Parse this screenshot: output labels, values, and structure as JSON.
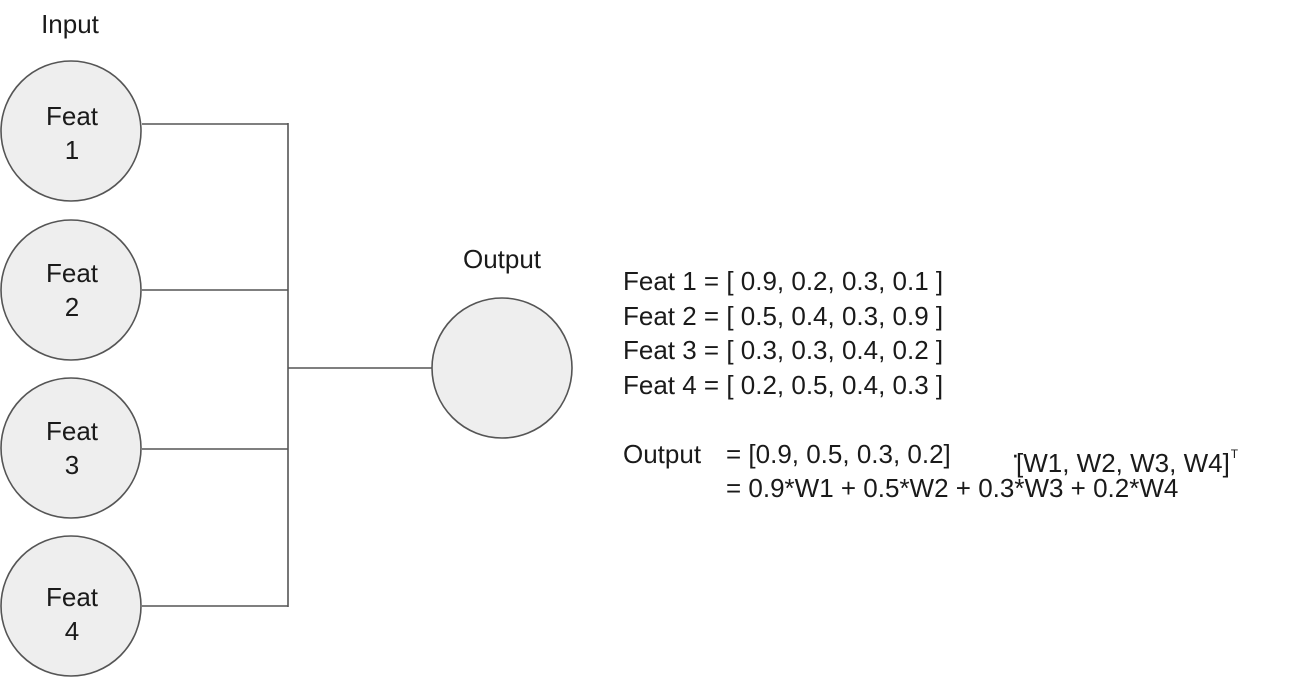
{
  "labels": {
    "input": "Input",
    "output": "Output"
  },
  "input_nodes": [
    {
      "line1": "Feat",
      "line2": "1"
    },
    {
      "line1": "Feat",
      "line2": "2"
    },
    {
      "line1": "Feat",
      "line2": "3"
    },
    {
      "line1": "Feat",
      "line2": "4"
    }
  ],
  "output_node": {
    "label": ""
  },
  "equations": {
    "features": [
      "Feat 1 = [ 0.9, 0.2, 0.3, 0.1 ]",
      "Feat 2 = [ 0.5, 0.4, 0.3, 0.9 ]",
      "Feat 3 = [ 0.3, 0.3, 0.4, 0.2 ]",
      "Feat 4 = [ 0.2, 0.5, 0.4, 0.3 ]"
    ],
    "output_label": "Output",
    "output_rhs": "= [0.9, 0.5, 0.3, 0.2]",
    "dot_symbol": "·",
    "weights": "[W1, W2, W3, W4]",
    "transpose": "T",
    "expansion": "= 0.9*W1 + 0.5*W2 + 0.3*W3 + 0.2*W4"
  },
  "colors": {
    "node_fill": "#eeeeee",
    "stroke": "#555555",
    "text": "#1a1a1a"
  }
}
